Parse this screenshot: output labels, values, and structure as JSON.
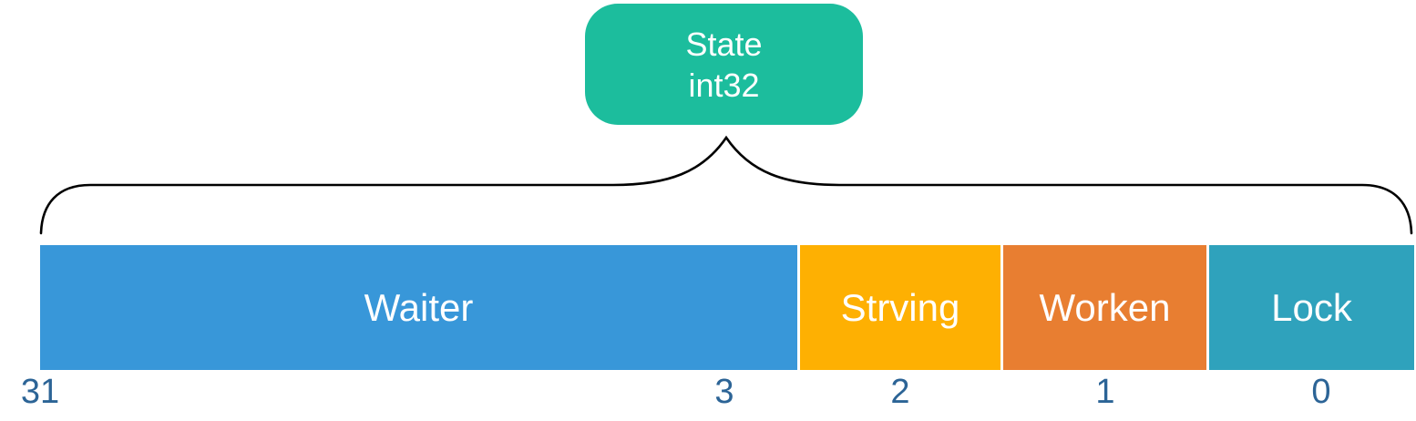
{
  "title_box": {
    "line1": "State",
    "line2": "int32",
    "bg": "#1cbd9d",
    "text_color": "#ffffff"
  },
  "brace": {
    "color": "#000000"
  },
  "fields": [
    {
      "label": "Waiter",
      "bg": "#3897d9",
      "text_color": "#ffffff",
      "bits": "31..3"
    },
    {
      "label": "Strving",
      "bg": "#feb002",
      "text_color": "#ffffff",
      "bits": "2"
    },
    {
      "label": "Worken",
      "bg": "#e87e31",
      "text_color": "#ffffff",
      "bits": "1"
    },
    {
      "label": "Lock",
      "bg": "#2fa2bc",
      "text_color": "#ffffff",
      "bits": "0"
    }
  ],
  "bit_labels": [
    {
      "text": "31"
    },
    {
      "text": "3"
    },
    {
      "text": "2"
    },
    {
      "text": "1"
    },
    {
      "text": "0"
    }
  ],
  "bit_label_color": "#2c6496"
}
